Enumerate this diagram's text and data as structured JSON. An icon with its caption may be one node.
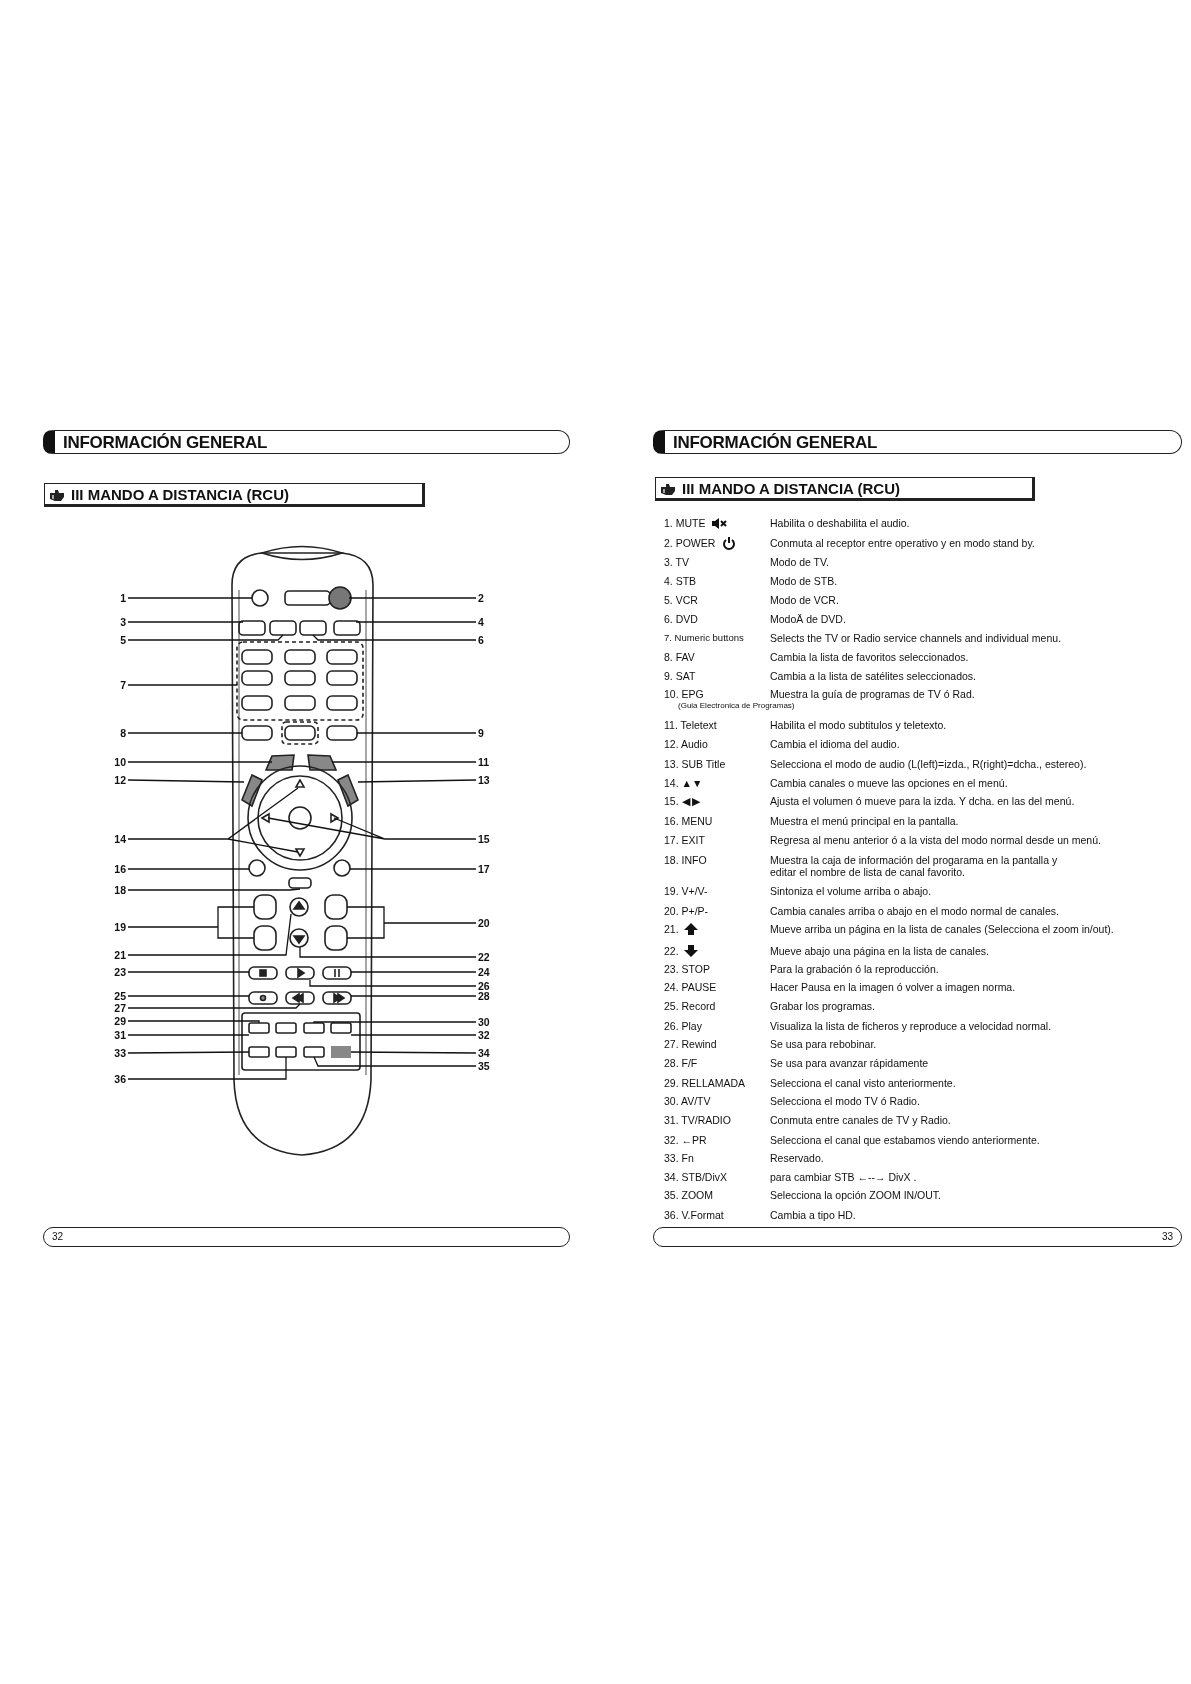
{
  "diagram": {
    "nodes": [
      {
        "text": [
          "INFORMACIÓN GENERAL"
        ]
      },
      {
        "text": [
          "III MANDO A DISTANCIA (RCU)"
        ]
      },
      {
        "text": [
          "1"
        ]
      },
      {
        "text": [
          "2"
        ]
      },
      {
        "text": [
          "3"
        ]
      },
      {
        "text": [
          "4"
        ]
      },
      {
        "text": [
          "5"
        ]
      },
      {
        "text": [
          "6"
        ]
      },
      {
        "text": [
          "7"
        ]
      },
      {
        "text": [
          "8"
        ]
      },
      {
        "text": [
          "9"
        ]
      },
      {
        "text": [
          "10"
        ]
      },
      {
        "text": [
          "11"
        ]
      },
      {
        "text": [
          "12"
        ]
      },
      {
        "text": [
          "13"
        ]
      },
      {
        "text": [
          "14"
        ]
      },
      {
        "text": [
          "15"
        ]
      },
      {
        "text": [
          "16"
        ]
      },
      {
        "text": [
          "17"
        ]
      },
      {
        "text": [
          "18"
        ]
      },
      {
        "text": [
          "19"
        ]
      },
      {
        "text": [
          "20"
        ]
      },
      {
        "text": [
          "21"
        ]
      },
      {
        "text": [
          "22"
        ]
      },
      {
        "text": [
          "23"
        ]
      },
      {
        "text": [
          "24"
        ]
      },
      {
        "text": [
          "25"
        ]
      },
      {
        "text": [
          "26"
        ]
      },
      {
        "text": [
          "27"
        ]
      },
      {
        "text": [
          "28"
        ]
      },
      {
        "text": [
          "29"
        ]
      },
      {
        "text": [
          "30"
        ]
      },
      {
        "text": [
          "31"
        ]
      },
      {
        "text": [
          "32"
        ]
      },
      {
        "text": [
          "33"
        ]
      },
      {
        "text": [
          "34"
        ]
      },
      {
        "text": [
          "35"
        ]
      },
      {
        "text": [
          "36"
        ]
      },
      {
        "text": [
          "32"
        ]
      },
      {
        "text": [
          "INFORMACIÓN GENERAL"
        ]
      },
      {
        "text": [
          "III MANDO A DISTANCIA (RCU)"
        ]
      },
      {
        "text": [
          "33"
        ]
      }
    ],
    "edges": [
      {
        "from": 2,
        "to": null,
        "arrow": "none"
      },
      {
        "from": 3,
        "to": null,
        "arrow": "none"
      },
      {
        "from": 4,
        "to": null,
        "arrow": "none"
      },
      {
        "from": 5,
        "to": null,
        "arrow": "none"
      },
      {
        "from": 6,
        "to": null,
        "arrow": "none"
      },
      {
        "from": 7,
        "to": null,
        "arrow": "none"
      },
      {
        "from": 8,
        "to": null,
        "arrow": "none"
      },
      {
        "from": 9,
        "to": null,
        "arrow": "none"
      },
      {
        "from": 10,
        "to": null,
        "arrow": "none"
      },
      {
        "from": 11,
        "to": null,
        "arrow": "none"
      },
      {
        "from": 12,
        "to": null,
        "arrow": "none"
      },
      {
        "from": 13,
        "to": null,
        "arrow": "none"
      },
      {
        "from": 14,
        "to": null,
        "arrow": "none"
      },
      {
        "from": 15,
        "to": null,
        "arrow": "none"
      },
      {
        "from": 16,
        "to": null,
        "arrow": "none"
      },
      {
        "from": 17,
        "to": null,
        "arrow": "none"
      },
      {
        "from": 18,
        "to": null,
        "arrow": "none"
      },
      {
        "from": 19,
        "to": null,
        "arrow": "none"
      },
      {
        "from": 20,
        "to": null,
        "arrow": "none"
      },
      {
        "from": 21,
        "to": null,
        "arrow": "none"
      },
      {
        "from": 22,
        "to": null,
        "arrow": "none"
      },
      {
        "from": 23,
        "to": null,
        "arrow": "none"
      },
      {
        "from": 24,
        "to": null,
        "arrow": "none"
      },
      {
        "from": 25,
        "to": null,
        "arrow": "none"
      },
      {
        "from": 26,
        "to": null,
        "arrow": "none"
      },
      {
        "from": 27,
        "to": null,
        "arrow": "none"
      },
      {
        "from": 28,
        "to": null,
        "arrow": "none"
      },
      {
        "from": 29,
        "to": null,
        "arrow": "none"
      },
      {
        "from": 30,
        "to": null,
        "arrow": "none"
      },
      {
        "from": 31,
        "to": null,
        "arrow": "none"
      },
      {
        "from": 32,
        "to": null,
        "arrow": "none"
      },
      {
        "from": 33,
        "to": null,
        "arrow": "none"
      },
      {
        "from": 34,
        "to": null,
        "arrow": "none"
      },
      {
        "from": 35,
        "to": null,
        "arrow": "none"
      },
      {
        "from": 36,
        "to": null,
        "arrow": "none"
      },
      {
        "from": 37,
        "to": null,
        "arrow": "none"
      }
    ],
    "labels": [
      "1. MUTE",
      "Habilita o deshabilita el audio.",
      "2. POWER",
      "Conmuta al receptor entre operativo y en modo stand by.",
      "3. TV",
      "Modo de TV.",
      "4. STB",
      "Modo de STB.",
      "5. VCR",
      "Modo de VCR.",
      "6. DVD",
      "ModoÄ de DVD.",
      "7. Numeric buttons",
      "Selects the TV or Radio service channels and individual menu.",
      "8. FAV",
      "Cambia la lista de favoritos seleccionados.",
      "9. SAT",
      "Cambia a la lista de satélites seleccionados.",
      "10. EPG",
      "Muestra la guía de programas de TV ó Rad.",
      "(Guia Electronica de Programas)",
      "11. Teletext",
      "Habilita el modo subtitulos y teletexto.",
      "12. Audio",
      "Cambia el idioma del audio.",
      "13. SUB Title",
      "Selecciona el modo de audio (L(left)=izda., R(right)=dcha., estereo).",
      "14. ▲▼",
      "Cambia canales o mueve las opciones en el menú.",
      "15. ◀ ▶",
      "Ajusta el volumen ó mueve para la izda. Y dcha. en las del menú.",
      "16. MENU",
      "Muestra el menú principal en la pantalla.",
      "17. EXIT",
      "Regresa al menu anterior ó a la vista del modo normal desde un menú.",
      "18. INFO",
      "Muestra la caja de información del progarama en la pantalla y editar el nombre de lista de canal favorito.",
      "19. V+/V-",
      "Sintoniza el volume arriba o abajo.",
      "20. P+/P-",
      "Cambia canales arriba o abajo en el modo normal de canales.",
      "21.",
      "Mueve arriba un página en la lista de canales (Selecciona el zoom in/out).",
      "22.",
      "Mueve abajo una página en la lista de canales.",
      "23. STOP",
      "Para la grabación ó la reproducción.",
      "24. PAUSE",
      "Hacer Pausa en la imagen ó volver a imagen norma.",
      "25. Record",
      "Grabar los programas.",
      "26. Play",
      "Visualiza la lista de ficheros y reproduce a velocidad normal.",
      "27. Rewind",
      "Se usa para rebobinar.",
      "28. F/F",
      "Se usa para avanzar rápidamente",
      "29. RELLAMADA",
      "Selecciona el canal visto anteriormente.",
      "30. AV/TV",
      "Selecciona el modo TV ó Radio.",
      "31. TV/RADIO",
      "Conmuta entre canales de TV y Radio.",
      "32. ←PR",
      "Selecciona el canal que estabamos viendo anteriormente.",
      "33. Fn",
      "Reservado.",
      "34. STB/DivX",
      "para cambiar STB ←--→ DivX .",
      "35. ZOOM",
      "Selecciona la opción ZOOM IN/OUT.",
      "36. V.Format",
      "Cambia a tipo HD."
    ]
  }
}
